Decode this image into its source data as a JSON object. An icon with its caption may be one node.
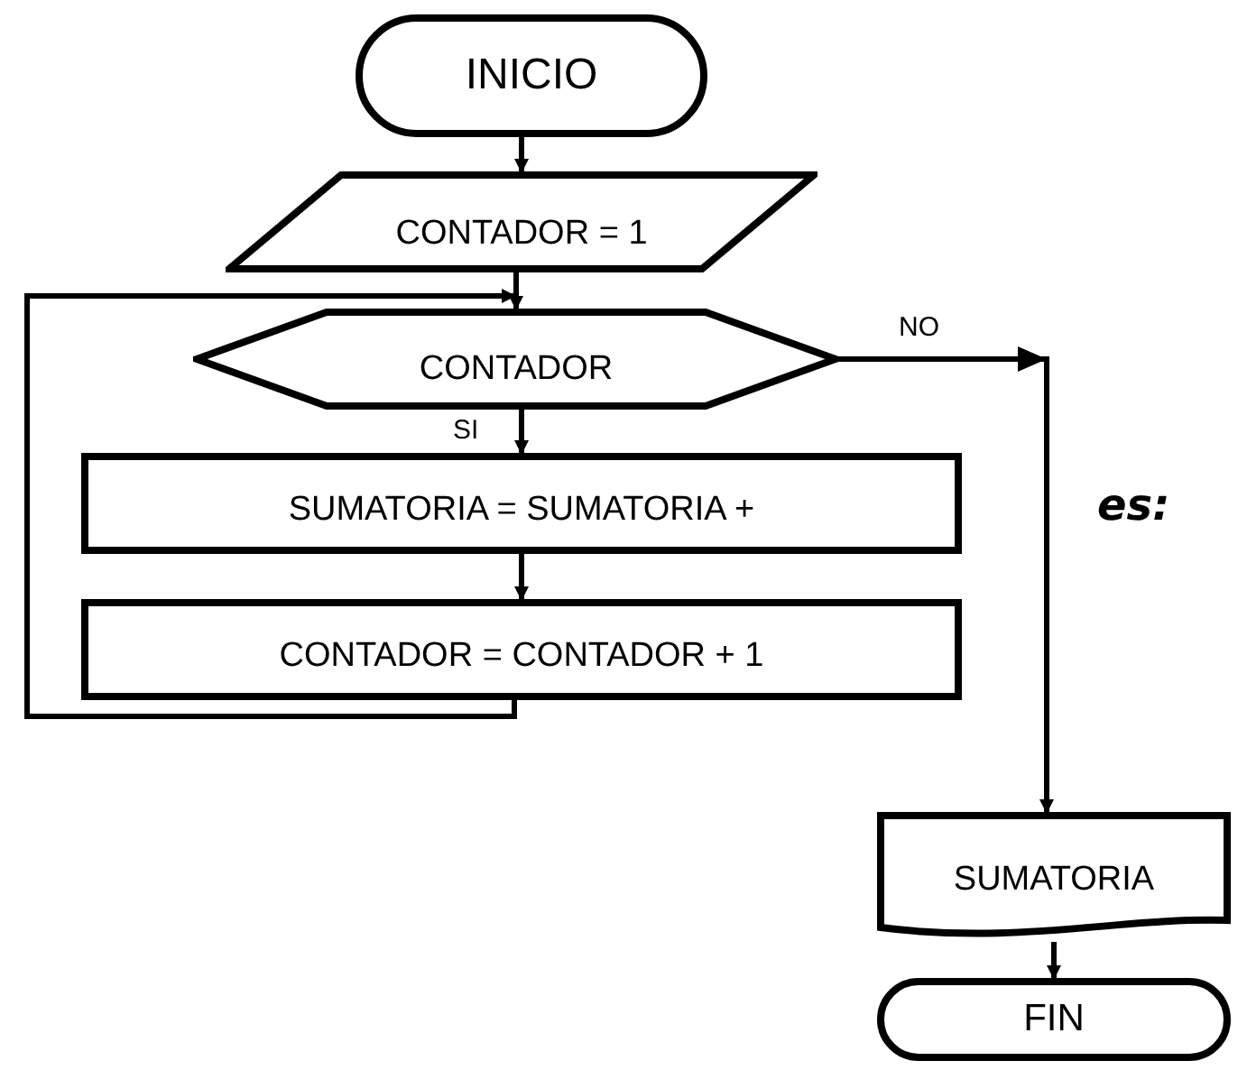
{
  "diagram": {
    "nodes": [
      {
        "text": [
          "INICIO"
        ]
      },
      {
        "text": [
          "CONTADOR = 1"
        ]
      },
      {
        "text": [
          "CONTADOR"
        ]
      },
      {
        "text": [
          "SUMATORIA = SUMATORIA +"
        ]
      },
      {
        "text": [
          "CONTADOR = CONTADOR + 1"
        ]
      },
      {
        "text": [
          "SUMATORIA"
        ]
      },
      {
        "text": [
          "FIN"
        ]
      }
    ],
    "edges": [
      {
        "from": 0,
        "to": 1,
        "arrow": "to"
      },
      {
        "from": 1,
        "to": 2,
        "arrow": "to"
      },
      {
        "from": 2,
        "to": 3,
        "arrow": "to",
        "label": "SI"
      },
      {
        "from": 3,
        "to": 4,
        "arrow": "to"
      },
      {
        "from": 4,
        "to": 2,
        "arrow": "to"
      },
      {
        "from": 2,
        "to": 5,
        "arrow": "to",
        "label": "NO"
      },
      {
        "from": 5,
        "to": 6,
        "arrow": "to"
      }
    ],
    "labels": [
      "es:"
    ]
  }
}
